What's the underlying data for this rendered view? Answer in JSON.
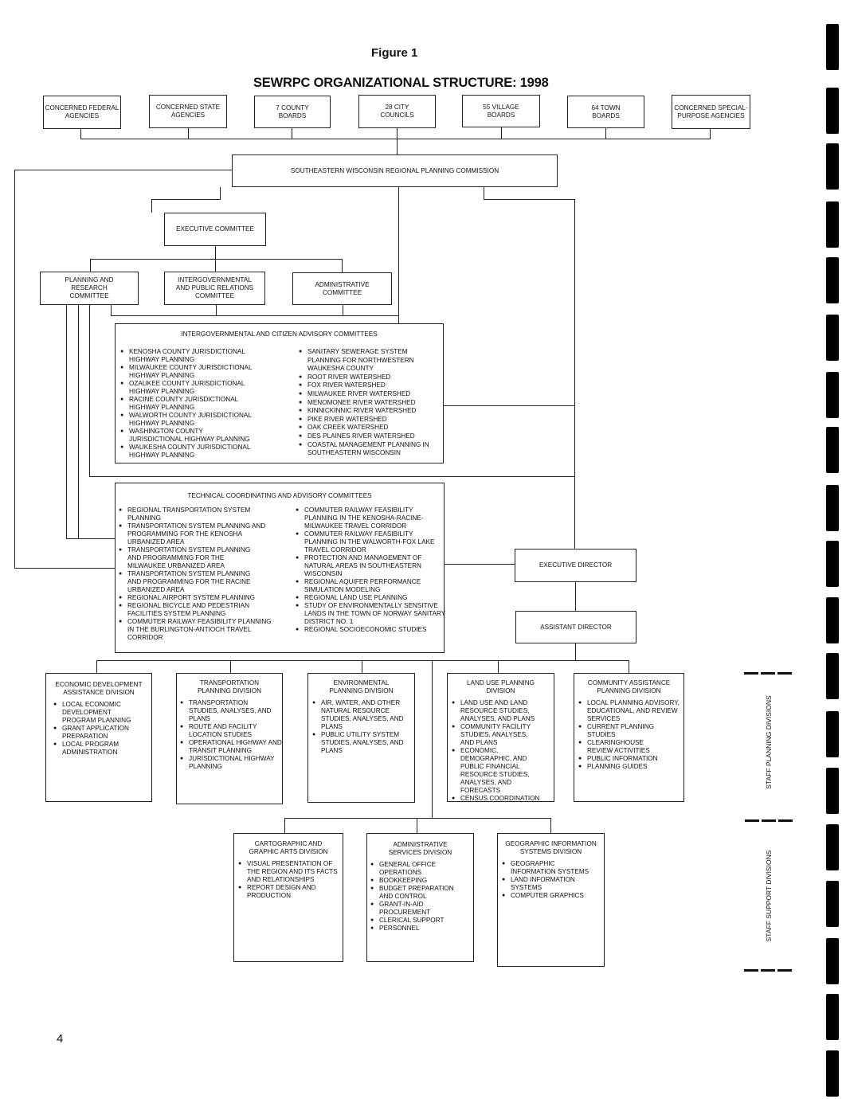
{
  "figure_label": "Figure 1",
  "title": "SEWRPC ORGANIZATIONAL STRUCTURE: 1998",
  "top_boxes": [
    {
      "label": "Concerned Federal Agencies"
    },
    {
      "label": "Concerned State Agencies"
    },
    {
      "label": "7 County Boards"
    },
    {
      "label": "28 City Councils"
    },
    {
      "label": "55 Village Boards"
    },
    {
      "label": "64 Town Boards"
    },
    {
      "label": "Concerned Special-Purpose Agencies"
    }
  ],
  "commission": "Southeastern Wisconsin Regional Planning Commission",
  "executive_committee": "Executive Committee",
  "committees": [
    {
      "label": "Planning and Research Committee"
    },
    {
      "label": "Intergovernmental and Public Relations Committee"
    },
    {
      "label": "Administrative Committee"
    }
  ],
  "advisory": {
    "heading": "Intergovernmental and Citizen Advisory Committees",
    "left": [
      "Kenosha County Jurisdictional Highway Planning",
      "Milwaukee County Jurisdictional Highway Planning",
      "Ozaukee County Jurisdictional Highway Planning",
      "Racine County Jurisdictional Highway Planning",
      "Walworth County Jurisdictional Highway Planning",
      "Washington County Jurisdictional Highway Planning",
      "Waukesha County Jurisdictional Highway Planning"
    ],
    "right": [
      "Sanitary Sewerage System Planning for Northwestern Waukesha County",
      "Root River Watershed",
      "Fox River Watershed",
      "Milwaukee River Watershed",
      "Menomonee River Watershed",
      "Kinnickinnic River Watershed",
      "Pike River Watershed",
      "Oak Creek Watershed",
      "Des Plaines River Watershed",
      "Coastal Management Planning in Southeastern Wisconsin"
    ]
  },
  "technical": {
    "heading": "Technical Coordinating and Advisory Committees",
    "left": [
      "Regional Transportation System Planning",
      "Transportation System Planning and Programming for the Kenosha Urbanized Area",
      "Transportation System Planning and Programming for the Milwaukee Urbanized Area",
      "Transportation System Planning and Programming for the Racine Urbanized Area",
      "Regional Airport System Planning",
      "Regional Bicycle and Pedestrian Facilities System Planning",
      "Commuter Railway Feasibility Planning in the Burlington-Antioch Travel Corridor"
    ],
    "right": [
      "Commuter Railway Feasibility Planning in the Kenosha-Racine-Milwaukee Travel Corridor",
      "Commuter Railway Feasibility Planning in the Walworth-Fox Lake Travel Corridor",
      "Protection and Management of Natural Areas in Southeastern Wisconsin",
      "Regional Aquifer Performance Simulation Modeling",
      "Regional Land Use Planning",
      "Study of Environmentally Sensitive Lands in the Town of Norway Sanitary District No. 1",
      "Regional Socioeconomic Studies"
    ]
  },
  "executive_director": "Executive Director",
  "assistant_director": "Assistant Director",
  "planning_divisions": [
    {
      "title": "Economic Development Assistance Division",
      "items": [
        "Local Economic Development Program Planning",
        "Grant Application Preparation",
        "Local Program Administration"
      ]
    },
    {
      "title": "Transportation Planning Division",
      "items": [
        "Transportation Studies, Analyses, and Plans",
        "Route and Facility Location Studies",
        "Operational Highway and Transit Planning",
        "Jurisdictional Highway Planning"
      ]
    },
    {
      "title": "Environmental Planning Division",
      "items": [
        "Air, Water, and Other Natural Resource Studies, Analyses, and Plans",
        "Public Utility System Studies, Analyses, and Plans"
      ]
    },
    {
      "title": "Land Use Planning Division",
      "items": [
        "Land Use and Land Resource Studies, Analyses, and Plans",
        "Community Facility Studies, Analyses, and Plans",
        "Economic, Demographic, and Public Financial Resource Studies, Analyses, and Forecasts",
        "Census Coordination"
      ]
    },
    {
      "title": "Community Assistance Planning Division",
      "items": [
        "Local Planning Advisory, Educational, and Review Services",
        "Current Planning Studies",
        "Clearinghouse Review Activities",
        "Public Information",
        "Planning Guides"
      ]
    }
  ],
  "support_divisions": [
    {
      "title": "Cartographic and Graphic Arts Division",
      "items": [
        "Visual Presentation of the Region and Its Facts and Relationships",
        "Report Design and Production"
      ]
    },
    {
      "title": "Administrative Services Division",
      "items": [
        "General Office Operations",
        "Bookkeeping",
        "Budget Preparation and Control",
        "Grant-in-Aid Procurement",
        "Clerical Support",
        "Personnel"
      ]
    },
    {
      "title": "Geographic Information Systems Division",
      "items": [
        "Geographic Information Systems",
        "Land Information Systems",
        "Computer Graphics"
      ]
    }
  ],
  "side_labels": {
    "planning": "Staff Planning Divisions",
    "support": "Staff Support Divisions"
  },
  "page_number": "4"
}
